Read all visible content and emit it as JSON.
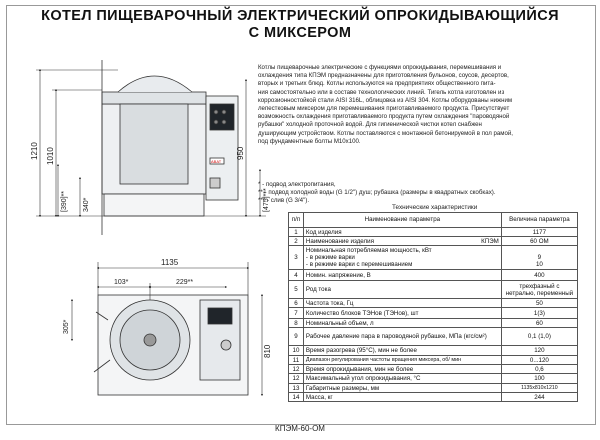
{
  "title": {
    "line1": "КОТЕЛ ПИЩЕВАРОЧНЫЙ ЭЛЕКТРИЧЕСКИЙ ОПРОКИДЫВАЮЩИЙСЯ",
    "line2": "С МИКСЕРОМ"
  },
  "description": [
    "Котлы пищеварочные электрические с функциями опрокидывания, перемешивания и",
    "охлаждения типа КПЭМ предназначены для приготовления бульонов, соусов, десертов,",
    "вторых и третьих блюд. Котлы используются на предприятиях общественного пита-",
    "ния самостоятельно или в составе технологических линий. Тигель котла изготовлен из",
    "коррозионностойкой стали AISI 316L, облицовка из AISI 304. Котлы оборудованы нижним",
    "лепестковым миксером для перемешивания приготавливаемого продукта. Присутствует",
    "возможность охлаждения приготавливаемого продукта путем охлаждения \"пароводяной",
    "рубашки\" холодной проточной водой. Для гигиенической чистки котел снабжен",
    "душирующим устройством. Котлы поставляются с монтажной бетонируемой в пол рамой,",
    "под фундаментные болты М10х100."
  ],
  "notes": [
    "* - подвод электропитания,",
    "** - подвод холодной воды (G 1/2\") душ; рубашка (размеры в квадратных скобках).",
    "*** - слив (G 3/4\")."
  ],
  "tech_heading": "Технические характеристики",
  "table": {
    "headers": {
      "num": "п/п",
      "name": "Наименование параметра",
      "value": "Величина параметра"
    },
    "rows": [
      {
        "n": "1",
        "name": "Код изделия",
        "value": "1177"
      },
      {
        "n": "2",
        "name": "Наименование изделия",
        "suffix": "КПЭМ",
        "value": "60 ОМ"
      },
      {
        "n": "3",
        "name": "Номинальная потребляемая мощность, кВт",
        "sub": [
          "- в режиме варки",
          "- в режиме варки с перемешиванием"
        ],
        "value": "",
        "subvalues": [
          "9",
          "10"
        ]
      },
      {
        "n": "4",
        "name": "Номин. напряжение, В",
        "value": "400"
      },
      {
        "n": "5",
        "name": "Род тока",
        "value": "трехфазный с нетралью, переменный"
      },
      {
        "n": "6",
        "name": "Частота тока, Гц",
        "value": "50"
      },
      {
        "n": "7",
        "name": "Количество блоков ТЭНов (ТЭНов), шт",
        "value": "1(3)"
      },
      {
        "n": "8",
        "name": "Номинальный объем, л",
        "value": "60"
      },
      {
        "n": "9",
        "name": "Рабочее давление пара в пароводяной рубашке, МПа (кгс/см²)",
        "value": "0,1 (1,0)"
      },
      {
        "n": "10",
        "name": "Время разогрева (95°С), мин не более",
        "value": "120"
      },
      {
        "n": "11",
        "name": "Диапазон регулирования частоты вращения миксера, об/ мин",
        "value": "0...120"
      },
      {
        "n": "12",
        "name": "Время опрокидывания, мин не более",
        "value": "0,6"
      },
      {
        "n": "12",
        "name": "Максимальный угол опрокидывания,  °С",
        "value": "100"
      },
      {
        "n": "13",
        "name": "Габаритные размеры, мм",
        "value": "1135х810х1210"
      },
      {
        "n": "14",
        "name": "Масса, кг",
        "value": "244"
      }
    ]
  },
  "dimensions": {
    "front_height_total": "1210",
    "front_height_inner": "1010",
    "front_right_a": "950",
    "front_right_b": "[475]***",
    "front_left_low_a": "[390]**",
    "front_left_low_b": "340*",
    "plan_width": "1135",
    "plan_left": "103*",
    "plan_right": "229**",
    "plan_left_height": "305*",
    "plan_depth": "810",
    "panel_brand": "ABAT"
  },
  "footer": "КПЭМ-60-ОМ"
}
